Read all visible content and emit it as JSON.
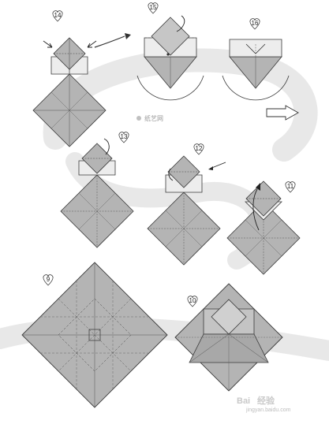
{
  "steps": [
    {
      "id": "step-14",
      "number": "14"
    },
    {
      "id": "step-15",
      "number": "15"
    },
    {
      "id": "step-16",
      "number": "16"
    },
    {
      "id": "step-13",
      "number": "13"
    },
    {
      "id": "step-12",
      "number": "12"
    },
    {
      "id": "step-11",
      "number": "11"
    },
    {
      "id": "step-9",
      "number": "9"
    },
    {
      "id": "step-10",
      "number": "10"
    }
  ],
  "watermark": {
    "text": "纸艺网"
  },
  "corner_logo": {
    "text": "Bai",
    "suffix": "经验",
    "sub": "jingyan.baidu.com"
  },
  "colors": {
    "paper": "#b4b4b4",
    "paper_light": "#d2d2d2",
    "line": "#3a3a3a",
    "swoosh": "#e6e6e6"
  }
}
